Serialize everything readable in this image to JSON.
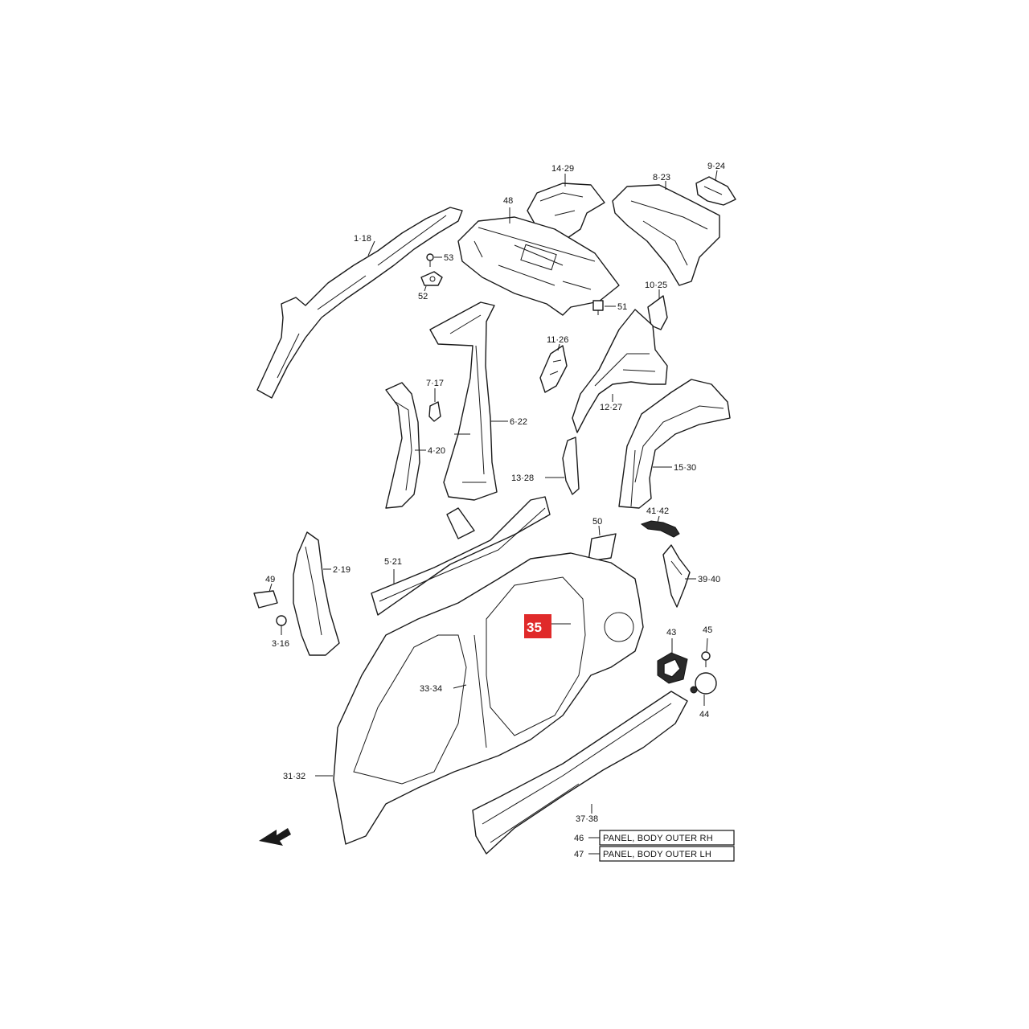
{
  "labels": {
    "l_1_18": "1·18",
    "l_14_29": "14·29",
    "l_48": "48",
    "l_8_23": "8·23",
    "l_9_24": "9·24",
    "l_53": "53",
    "l_52": "52",
    "l_51": "51",
    "l_10_25": "10·25",
    "l_11_26": "11·26",
    "l_7_17": "7·17",
    "l_6_22": "6·22",
    "l_12_27": "12·27",
    "l_4_20": "4·20",
    "l_15_30": "15·30",
    "l_13_28": "13·28",
    "l_41_42": "41·42",
    "l_50": "50",
    "l_2_19": "2·19",
    "l_49": "49",
    "l_5_21": "5·21",
    "l_39_40": "39·40",
    "l_35": "35",
    "l_3_16": "3·16",
    "l_43": "43",
    "l_45": "45",
    "l_33_34": "33·34",
    "l_44": "44",
    "l_31_32": "31·32",
    "l_37_38": "37·38",
    "l_46": "46",
    "l_47": "47"
  },
  "legend": {
    "rh": "PANEL, BODY OUTER RH",
    "lh": "PANEL, BODY OUTER LH"
  },
  "colors": {
    "highlight": "#e02a2a",
    "line": "#1a1a1a"
  },
  "icons": {
    "front_arrow": "arrow-front-icon"
  }
}
